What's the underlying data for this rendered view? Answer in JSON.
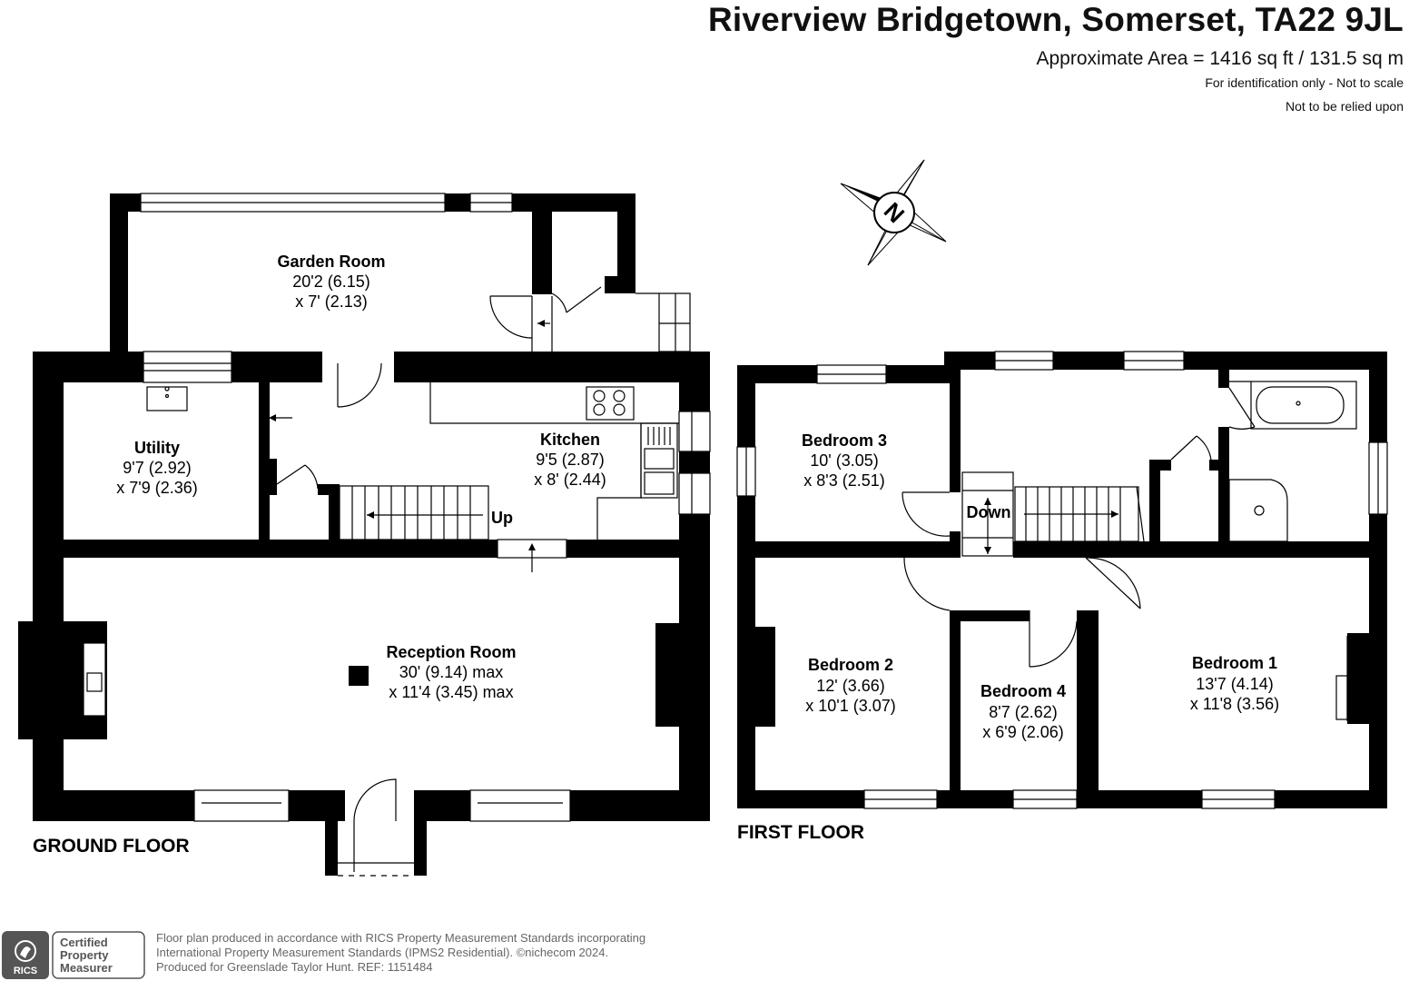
{
  "header": {
    "address": "Riverview Bridgetown, Somerset, TA22 9JL",
    "area": "Approximate Area = 1416 sq ft / 131.5 sq m",
    "note1": "For identification only - Not to scale",
    "note2": "Not to be relied upon"
  },
  "compass": {
    "label": "N",
    "icon": "north-compass-icon"
  },
  "ground_floor": {
    "label": "GROUND FLOOR",
    "stairs_label": "Up",
    "rooms": {
      "garden_room": {
        "name": "Garden Room",
        "dim1": "20'2 (6.15)",
        "dim2": "x 7' (2.13)"
      },
      "utility": {
        "name": "Utility",
        "dim1": "9'7 (2.92)",
        "dim2": "x 7'9 (2.36)"
      },
      "kitchen": {
        "name": "Kitchen",
        "dim1": "9'5 (2.87)",
        "dim2": "x 8' (2.44)"
      },
      "reception": {
        "name": "Reception Room",
        "dim1": "30' (9.14) max",
        "dim2": "x 11'4 (3.45) max"
      }
    }
  },
  "first_floor": {
    "label": "FIRST FLOOR",
    "stairs_label": "Down",
    "rooms": {
      "bedroom3": {
        "name": "Bedroom 3",
        "dim1": "10' (3.05)",
        "dim2": "x 8'3 (2.51)"
      },
      "bedroom2": {
        "name": "Bedroom 2",
        "dim1": "12' (3.66)",
        "dim2": "x 10'1 (3.07)"
      },
      "bedroom4": {
        "name": "Bedroom 4",
        "dim1": "8'7 (2.62)",
        "dim2": "x 6'9 (2.06)"
      },
      "bedroom1": {
        "name": "Bedroom 1",
        "dim1": "13'7 (4.14)",
        "dim2": "x 11'8 (3.56)"
      }
    }
  },
  "footer": {
    "badge": {
      "brand": "RICS",
      "line1": "Certified",
      "line2": "Property",
      "line3": "Measurer"
    },
    "line1": "Floor plan produced in accordance with RICS Property Measurement Standards incorporating",
    "line2": "International Property Measurement Standards (IPMS2 Residential).  ©nichecom 2024.",
    "line3": "Produced for Greenslade Taylor Hunt.   REF:  1151484"
  }
}
